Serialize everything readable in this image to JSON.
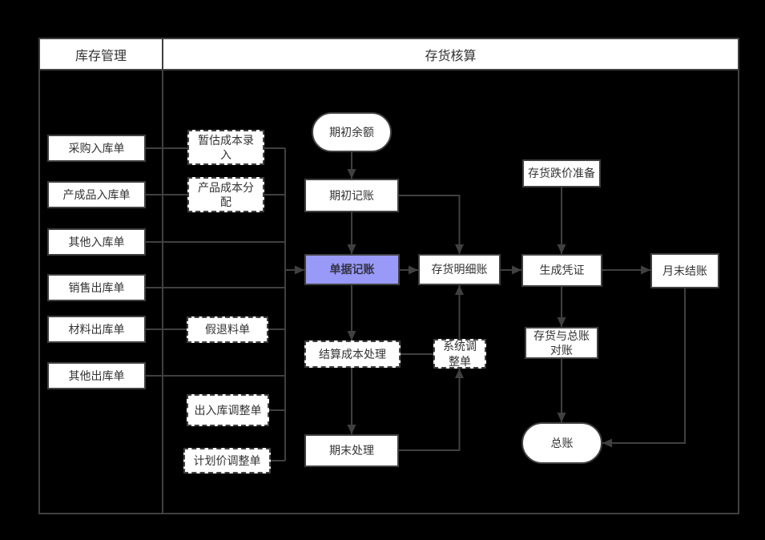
{
  "lanes": [
    {
      "label": "库存管理"
    },
    {
      "label": "存货核算"
    }
  ],
  "colors": {
    "background": "#000000",
    "node_fill": "#ffffff",
    "node_border": "#404040",
    "connector": "#404040",
    "text": "#333333",
    "highlight_fill": "#9999f7",
    "highlight_text": "#333344"
  },
  "nodes": {
    "purchase_in": {
      "label": "采购入库单"
    },
    "finished_in": {
      "label": "产成品入库单"
    },
    "other_in": {
      "label": "其他入库单"
    },
    "sales_out": {
      "label": "销售出库单"
    },
    "material_out": {
      "label": "材料出库单"
    },
    "other_out": {
      "label": "其他出库单"
    },
    "estimate_cost": {
      "label": "暂估成本录\n入"
    },
    "product_cost": {
      "label": "产品成本分\n配"
    },
    "fake_return": {
      "label": "假退料单"
    },
    "inout_adjust": {
      "label": "出入库调整单"
    },
    "plan_price_adjust": {
      "label": "计划价调整单"
    },
    "opening_balance": {
      "label": "期初余额"
    },
    "opening_entry": {
      "label": "期初记账"
    },
    "doc_entry": {
      "label": "单据记账"
    },
    "inventory_ledger": {
      "label": "存货明细账"
    },
    "generate_voucher": {
      "label": "生成凭证"
    },
    "month_end_close": {
      "label": "月末结账"
    },
    "falling_price_reserve": {
      "label": "存货跌价准备"
    },
    "settle_cost": {
      "label": "结算成本处理"
    },
    "system_adjust": {
      "label": "系统调\n整单"
    },
    "period_end": {
      "label": "期末处理"
    },
    "inventory_gl_reconcile": {
      "label": "存货与总账\n对账"
    },
    "general_ledger": {
      "label": "总账"
    }
  }
}
